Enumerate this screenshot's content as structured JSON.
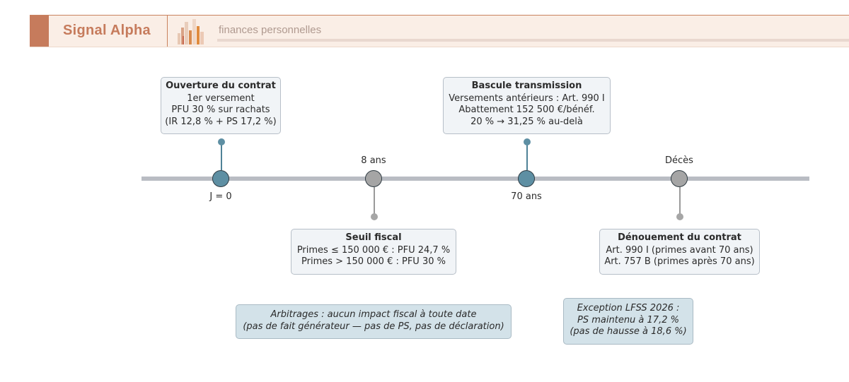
{
  "header": {
    "brand": "Signal Alpha",
    "tagline": "finances personnelles",
    "colors": {
      "accent": "#c67b5c",
      "band": "#faeee6"
    }
  },
  "timeline": {
    "milestones": [
      {
        "label": "J = 0"
      },
      {
        "label": "8 ans"
      },
      {
        "label": "70 ans"
      },
      {
        "label": "Décès"
      }
    ],
    "boxes": [
      {
        "title": "Ouverture du contrat",
        "lines": [
          "1er versement",
          "PFU 30 % sur rachats",
          "(IR 12,8 % + PS 17,2 %)"
        ]
      },
      {
        "title": "Seuil fiscal",
        "lines": [
          "Primes ≤ 150 000 € : PFU 24,7 %",
          "Primes > 150 000 € : PFU 30 %"
        ]
      },
      {
        "title": "Bascule transmission",
        "lines": [
          "Versements antérieurs : Art. 990 I",
          "Abattement 152 500 €/bénéf.",
          "20 % → 31,25 % au-delà"
        ]
      },
      {
        "title": "Dénouement du contrat",
        "lines": [
          "Art. 990 I (primes avant 70 ans)",
          "Art. 757 B (primes après 70 ans)"
        ]
      }
    ],
    "notes": [
      {
        "lines": [
          "Arbitrages : aucun impact fiscal à toute date",
          "(pas de fait générateur — pas de PS, pas de déclaration)"
        ]
      },
      {
        "lines": [
          "Exception LFSS 2026 :",
          "PS maintenu à 17,2 %",
          "(pas de hausse à 18,6 %)"
        ]
      }
    ],
    "colors": {
      "node_blue": "#5e8fa3",
      "node_gray": "#a5a5a5",
      "axis": "#b9bcc3"
    }
  }
}
